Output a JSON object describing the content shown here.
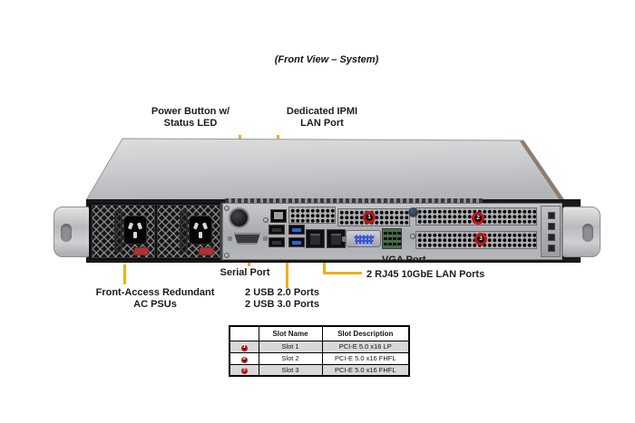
{
  "title": "(Front View – System)",
  "callouts": {
    "power_button": {
      "line1": "Power Button w/",
      "line2": "Status LED"
    },
    "ipmi": {
      "line1": "Dedicated IPMI",
      "line2": "LAN Port"
    },
    "serial": {
      "label": "Serial Port"
    },
    "usb": {
      "line1": "2 USB 2.0 Ports",
      "line2": "2 USB 3.0 Ports"
    },
    "vga": {
      "label": "VGA Port"
    },
    "lan": {
      "label": "2 RJ45 10GbE LAN Ports"
    },
    "psu": {
      "line1": "Front-Access Redundant",
      "line2": "AC PSUs"
    }
  },
  "slot_table": {
    "headers": {
      "marker": "",
      "name": "Slot Name",
      "description": "Slot Description"
    },
    "rows": [
      {
        "marker": "1",
        "name": "Slot 1",
        "description": "PCI-E 5.0 x16 LP"
      },
      {
        "marker": "2",
        "name": "Slot 2",
        "description": "PCI-E 5.0 x16 FHFL"
      },
      {
        "marker": "3",
        "name": "Slot 3",
        "description": "PCI-E 5.0 x16 FHFL"
      }
    ]
  },
  "colors": {
    "callout_line": "#eeb019",
    "marker_ring": "#cc1414",
    "table_row_shade": "#d8d8d8"
  }
}
